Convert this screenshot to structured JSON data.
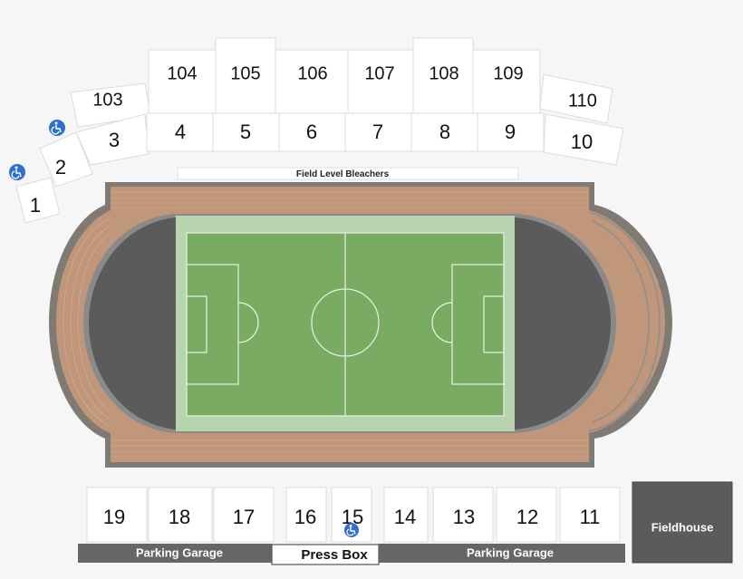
{
  "map": {
    "bleachers_label": "Field Level Bleachers",
    "parking_left": "Parking Garage",
    "parking_right": "Parking Garage",
    "press_box": "Press Box",
    "fieldhouse": "Fieldhouse",
    "sections_upper": [
      "103",
      "104",
      "105",
      "106",
      "107",
      "108",
      "109",
      "110"
    ],
    "sections_lower_north": [
      "1",
      "2",
      "3",
      "4",
      "5",
      "6",
      "7",
      "8",
      "9",
      "10"
    ],
    "sections_south": [
      "19",
      "18",
      "17",
      "16",
      "15",
      "14",
      "13",
      "12",
      "11"
    ],
    "accessible_icon": "wheelchair-icon"
  },
  "colors": {
    "track": "#c0977b",
    "track_border": "#807a74",
    "infield_dark": "#5b5b5b",
    "field_light": "#b7d4ae",
    "field_green": "#7aab63",
    "parking": "#666666",
    "fieldhouse": "#5b5b5b",
    "accessible": "#2f6fcf"
  }
}
